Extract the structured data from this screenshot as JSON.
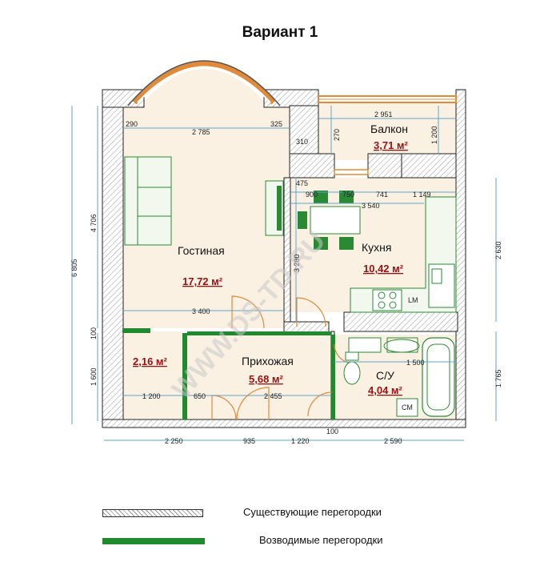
{
  "title": "Вариант 1",
  "rooms": {
    "living": {
      "name": "Гостиная",
      "area": "17,72 м²"
    },
    "balcony": {
      "name": "Балкон",
      "area": "3,71 м²"
    },
    "kitchen": {
      "name": "Кухня",
      "area": "10,42 м²"
    },
    "hall": {
      "name": "Прихожая",
      "area": "5,68 м²"
    },
    "closet": {
      "area": "2,16 м²"
    },
    "bath": {
      "name": "С/У",
      "area": "4,04 м²"
    }
  },
  "appliance_labels": {
    "fridge": "LM",
    "washer": "СМ"
  },
  "dimensions": {
    "d290": "290",
    "d2785": "2 785",
    "d325": "325",
    "d2951": "2 951",
    "d270": "270",
    "d1200a": "1 200",
    "d310": "310",
    "d475": "475",
    "d900": "900",
    "d750": "750",
    "d741": "741",
    "d1149": "1 149",
    "d3540": "3 540",
    "d3280": "3 280",
    "d3400": "3 400",
    "d1200b": "1 200",
    "d650": "650",
    "d2455": "2 455",
    "d1500": "1 500",
    "d2250": "2 250",
    "d935": "935",
    "d1220": "1 220",
    "d100b": "100",
    "d2590": "2 590",
    "d6805": "6 805",
    "d4706": "4 706",
    "d100a": "100",
    "d1600": "1 600",
    "d2630": "2 630",
    "d1765": "1 765"
  },
  "watermark": "WWW.DS-TD.RU",
  "legend": {
    "existing": "Существующие перегородки",
    "new": "Возводимые перегородки"
  },
  "colors": {
    "floor": "#fbf1e3",
    "new_wall": "#1f8a2e",
    "door": "#e08a3a",
    "area_text": "#9a0f0f",
    "dim_line": "#5fa3c9"
  }
}
